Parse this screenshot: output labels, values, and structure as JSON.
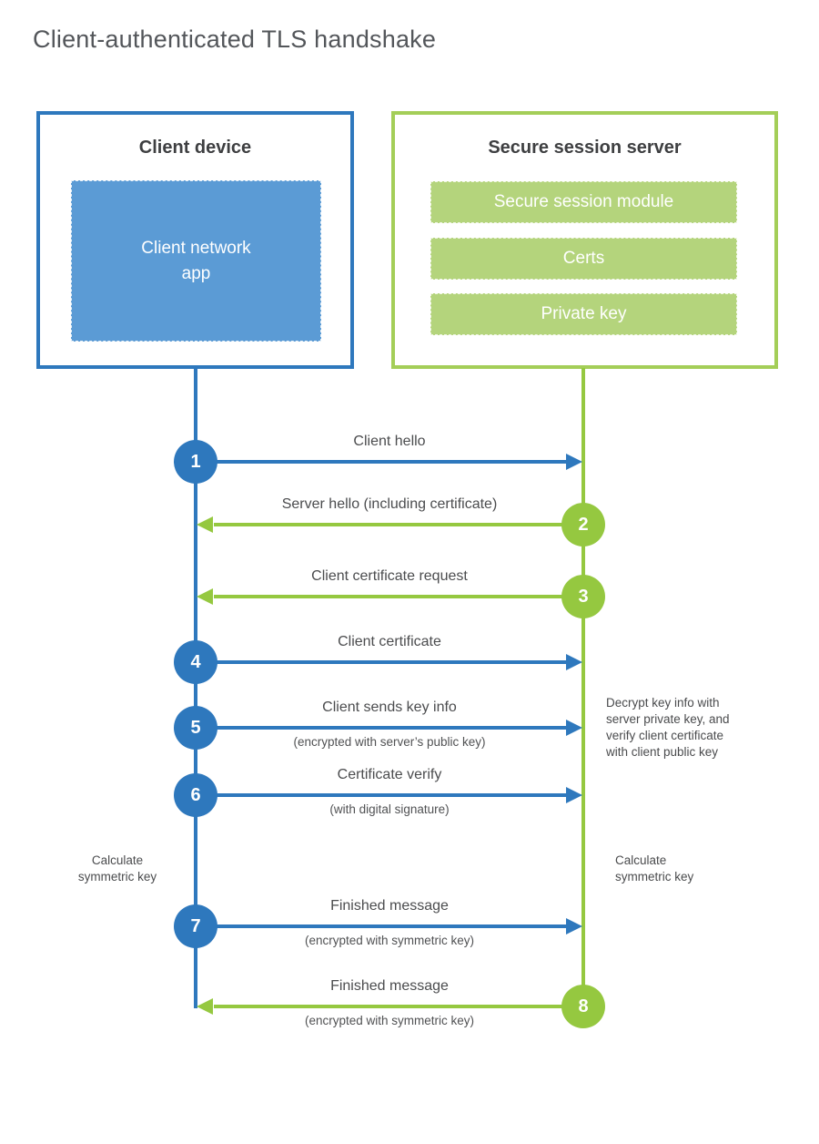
{
  "title": "Client-authenticated TLS handshake",
  "colors": {
    "blue_stroke": "#2e78bd",
    "blue_fill": "#5b9bd5",
    "green_stroke": "#95c840",
    "green_border": "#a4ce58",
    "green_bar": "#b4d47c"
  },
  "client": {
    "title": "Client device",
    "app_label": "Client network app"
  },
  "server": {
    "title": "Secure session server",
    "modules": [
      "Secure session module",
      "Certs",
      "Private key"
    ]
  },
  "steps": [
    {
      "num": "1",
      "actor": "client",
      "direction": "right",
      "label": "Client hello",
      "sub": ""
    },
    {
      "num": "2",
      "actor": "server",
      "direction": "left",
      "label": "Server hello (including certificate)",
      "sub": ""
    },
    {
      "num": "3",
      "actor": "server",
      "direction": "left",
      "label": "Client certificate request",
      "sub": ""
    },
    {
      "num": "4",
      "actor": "client",
      "direction": "right",
      "label": "Client certificate",
      "sub": ""
    },
    {
      "num": "5",
      "actor": "client",
      "direction": "right",
      "label": "Client sends key info",
      "sub": "(encrypted with server’s public key)"
    },
    {
      "num": "6",
      "actor": "client",
      "direction": "right",
      "label": "Certificate verify",
      "sub": "(with digital signature)"
    },
    {
      "num": "7",
      "actor": "client",
      "direction": "right",
      "label": "Finished message",
      "sub": "(encrypted with symmetric key)"
    },
    {
      "num": "8",
      "actor": "server",
      "direction": "left",
      "label": "Finished message",
      "sub": "(encrypted with symmetric key)"
    }
  ],
  "notes": {
    "decrypt": "Decrypt key info with\nserver private key, and\nverify client certificate\nwith client public key",
    "calc_left": "Calculate\nsymmetric key",
    "calc_right": "Calculate\nsymmetric key"
  }
}
